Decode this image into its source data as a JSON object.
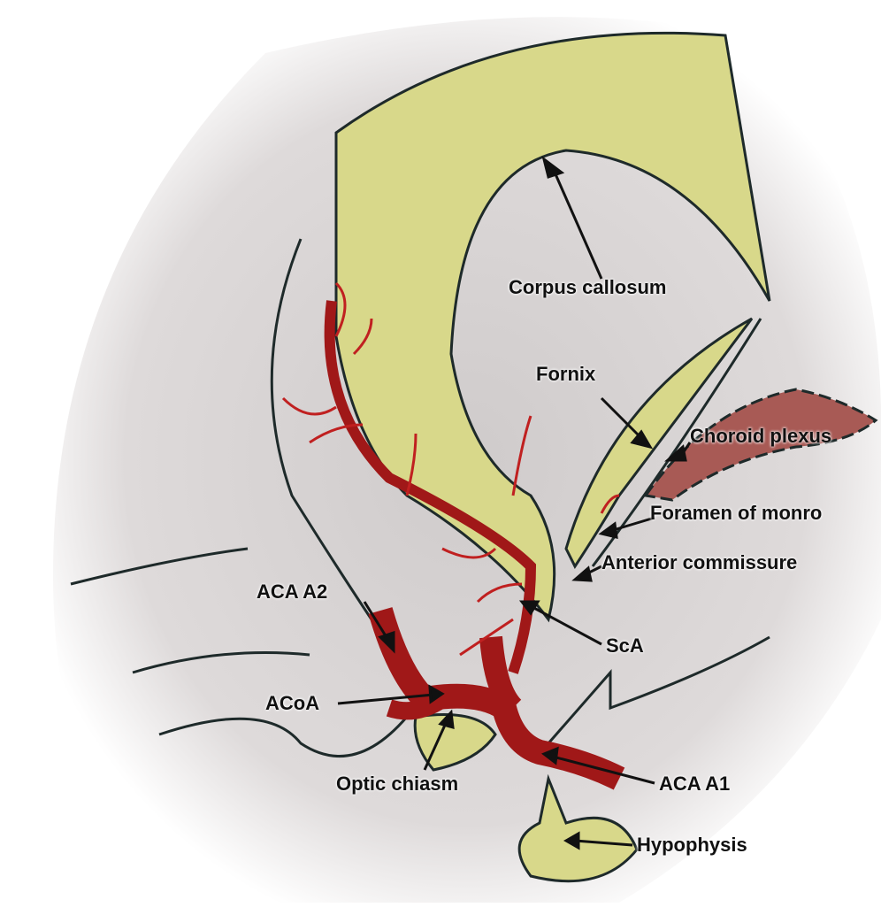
{
  "colors": {
    "background": "#d9d6d6",
    "tissue_yellow": "#d9d98a",
    "artery_red": "#a01818",
    "outline": "#1e2a2a",
    "plexus": "#a85a55"
  },
  "labels": {
    "corpus_callosum": "Corpus callosum",
    "fornix": "Fornix",
    "choroid_plexus": "Choroid plexus",
    "foramen_of_monro": "Foramen of monro",
    "anterior_commissure": "Anterior commissure",
    "aca_a2": "ACA A2",
    "sca": "ScA",
    "acoa": "ACoA",
    "optic_chiasm": "Optic chiasm",
    "aca_a1": "ACA A1",
    "hypophysis": "Hypophysis"
  }
}
